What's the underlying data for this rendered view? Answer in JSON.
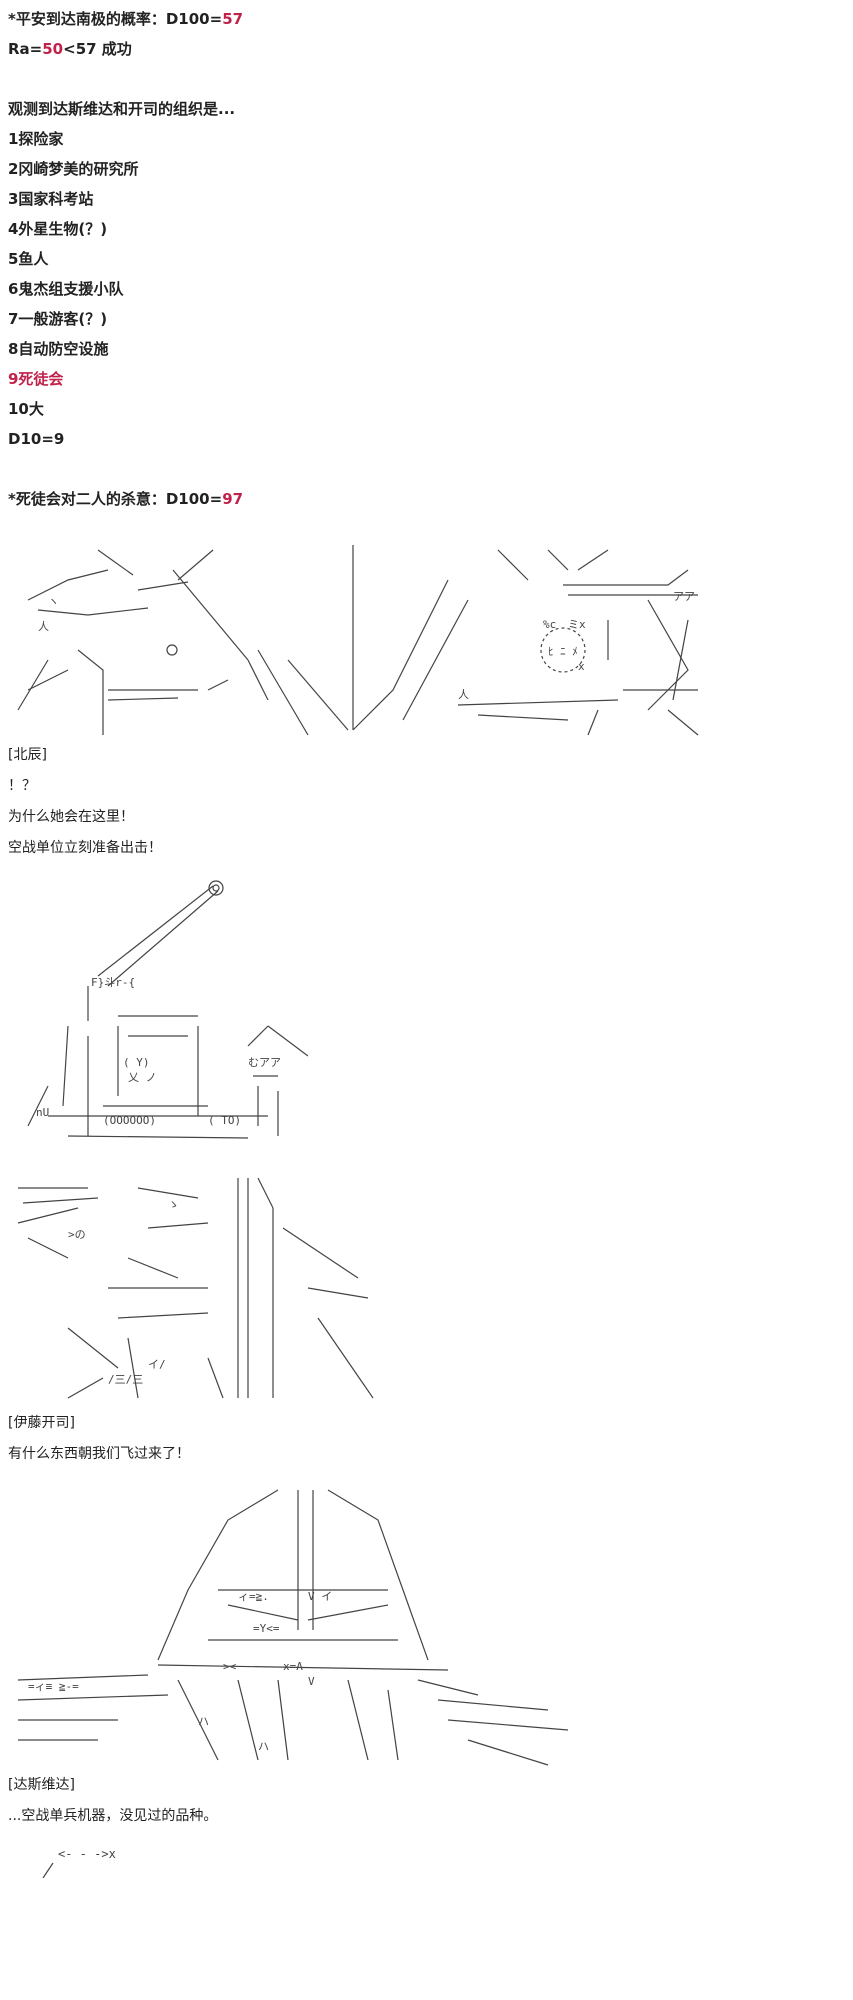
{
  "header_rolls": [
    {
      "prefix": "*平安到达南极的概率：D100=",
      "value": "57",
      "suffix": ""
    },
    {
      "prefix": "Ra=",
      "value": "50",
      "suffix": "<57 成功"
    }
  ],
  "question": "观测到达斯维达和开司的组织是...",
  "options": [
    {
      "text": "1探险家",
      "highlight": false
    },
    {
      "text": "2冈崎梦美的研究所",
      "highlight": false
    },
    {
      "text": "3国家科考站",
      "highlight": false
    },
    {
      "text": "4外星生物(？)",
      "highlight": false
    },
    {
      "text": "5鱼人",
      "highlight": false
    },
    {
      "text": "6鬼杰组支援小队",
      "highlight": false
    },
    {
      "text": "7一般游客(？)",
      "highlight": false
    },
    {
      "text": "8自动防空设施",
      "highlight": false
    },
    {
      "text": "9死徒会",
      "highlight": true
    },
    {
      "text": "10大",
      "highlight": false
    }
  ],
  "option_result": "D10=9",
  "kill_roll": {
    "prefix": "*死徒会对二人的杀意：D100=",
    "value": "97"
  },
  "scene1": {
    "speaker": "[北辰]",
    "lines": [
      "！？",
      "为什么她会在这里！",
      "空战单位立刻准备出击！"
    ]
  },
  "scene2": {
    "speaker": "[伊藤开司]",
    "lines": [
      "有什么东西朝我们飞过来了！"
    ]
  },
  "scene3": {
    "speaker": "[达斯维达]",
    "lines": [
      "...空战单兵机器，没见过的品种。"
    ]
  },
  "colors": {
    "text": "#222222",
    "highlight": "#c0224a",
    "ascii_art": "#444444"
  }
}
